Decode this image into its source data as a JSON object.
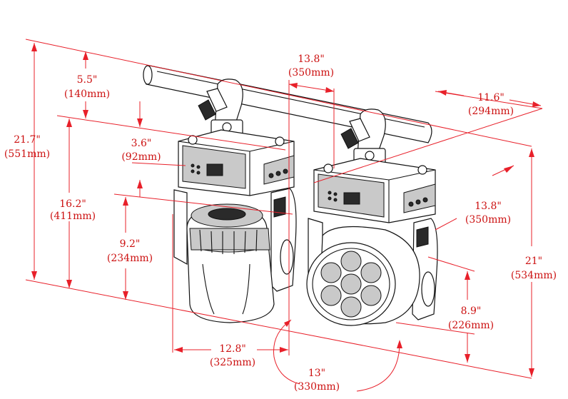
{
  "colors": {
    "dimension": "#e8202a",
    "outline": "#111111",
    "fill_light": "#c9c9c9"
  },
  "dimensions": [
    {
      "id": "overall-height",
      "value": "21.7\"",
      "metric": "(551mm)"
    },
    {
      "id": "clamp-height",
      "value": "5.5\"",
      "metric": "(140mm)"
    },
    {
      "id": "base-depth",
      "value": "13.8\"",
      "metric": "(350mm)"
    },
    {
      "id": "top-width",
      "value": "11.6\"",
      "metric": "(294mm)"
    },
    {
      "id": "base-height",
      "value": "3.6\"",
      "metric": "(92mm)"
    },
    {
      "id": "head-height",
      "value": "16.2\"",
      "metric": "(411mm)"
    },
    {
      "id": "head-length",
      "value": "9.2\"",
      "metric": "(234mm)"
    },
    {
      "id": "base-depth-right",
      "value": "13.8\"",
      "metric": "(350mm)"
    },
    {
      "id": "total-height-right",
      "value": "21\"",
      "metric": "(534mm)"
    },
    {
      "id": "lens-height",
      "value": "8.9\"",
      "metric": "(226mm)"
    },
    {
      "id": "width-front",
      "value": "12.8\"",
      "metric": "(325mm)"
    },
    {
      "id": "swing-diameter",
      "value": "13\"",
      "metric": "(330mm)"
    }
  ]
}
